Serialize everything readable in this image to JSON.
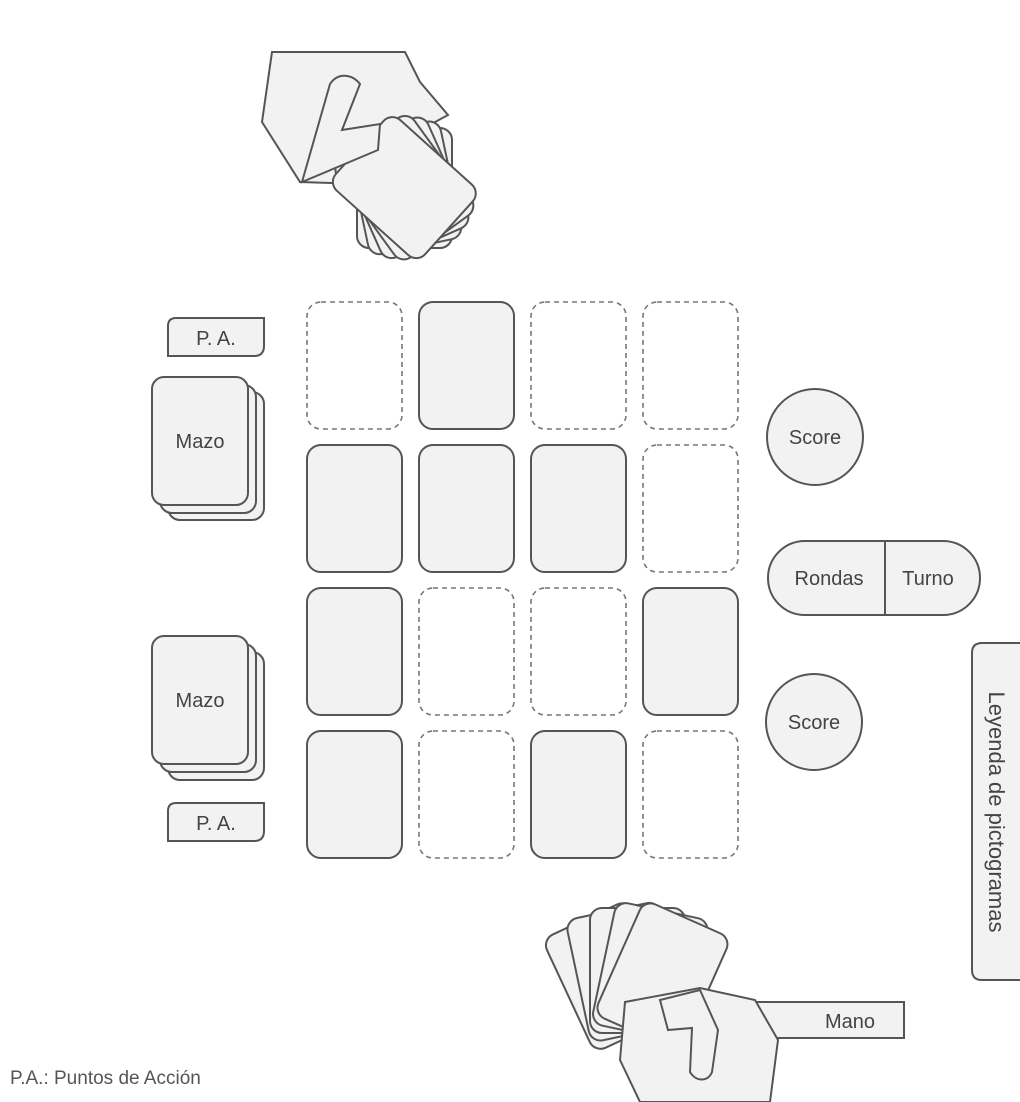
{
  "labels": {
    "action_points_top": "P. A.",
    "deck_top": "Mazo",
    "deck_bottom": "Mazo",
    "action_points_bottom": "P. A.",
    "score_top": "Score",
    "rounds": "Rondas",
    "turn": "Turno",
    "score_bottom": "Score",
    "hand": "Mano",
    "legend_tab": "Leyenda de pictogramas",
    "footnote": "P.A.: Puntos de Acción"
  },
  "board": {
    "rows": 4,
    "cols": 4,
    "slots": [
      [
        "empty",
        "card",
        "empty",
        "empty"
      ],
      [
        "card",
        "card",
        "card",
        "empty"
      ],
      [
        "card",
        "empty",
        "empty",
        "card"
      ],
      [
        "card",
        "empty",
        "card",
        "empty"
      ]
    ]
  },
  "colors": {
    "stroke": "#555555",
    "fill": "#f2f2f2",
    "text": "#444444"
  }
}
